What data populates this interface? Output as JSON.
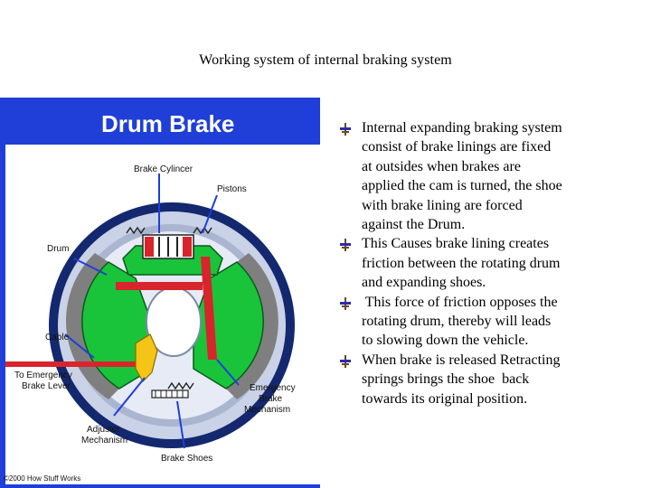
{
  "slide": {
    "title": "Working system of internal braking system"
  },
  "figure": {
    "title": "Drum Brake",
    "labels": {
      "brake_cylinder": "Brake Cylincer",
      "pistons": "Pistons",
      "drum": "Drum",
      "cable": "Cable",
      "to_emergency_1": "To Emergency",
      "to_emergency_2": "Brake Lever",
      "emergency_1": "Emergency",
      "emergency_2": "Brake",
      "emergency_3": "Mechanism",
      "adjuster_1": "Adjuster",
      "adjuster_2": "Mechanism",
      "brake_shoes": "Brake Shoes"
    },
    "credit": "©2000 How Stuff Works",
    "colors": {
      "background": "#1f3fd8",
      "panel": "#ffffff",
      "drum": "#c9d2e6",
      "shoe_green": "#19c43a",
      "lining": "#7f7f7f",
      "rod": "#d8242b",
      "adjuster": "#f4c517"
    }
  },
  "bullets": [
    {
      "icon": "bullet-marker-icon",
      "lines": [
        "Internal expanding braking system",
        "consist of brake linings are fixed",
        "at outsides when brakes are",
        "applied the cam is turned, the shoe",
        "with brake lining are  forced",
        "against the Drum."
      ]
    },
    {
      "icon": "bullet-marker-icon",
      "lines": [
        "This Causes brake lining creates",
        "friction between the rotating drum",
        "and expanding shoes."
      ]
    },
    {
      "icon": "bullet-marker-icon",
      "lines": [
        " This force of friction opposes the",
        "rotating drum, thereby will leads",
        "to slowing down the vehicle."
      ]
    },
    {
      "icon": "bullet-marker-icon",
      "lines": [
        "When brake is released Retracting",
        "springs brings the shoe  back",
        "towards its original position."
      ]
    }
  ]
}
